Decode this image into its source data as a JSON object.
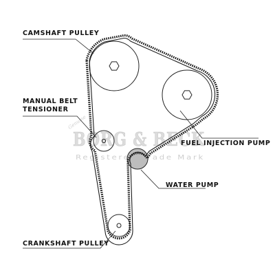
{
  "labels": {
    "camshaft": "CAMSHAFT PULLEY",
    "tensioner_line1": "MANUAL BELT",
    "tensioner_line2": "TENSIONER",
    "fuel": "FUEL INJECTION PUMP",
    "water": "WATER PUMP",
    "crankshaft": "CRANKSHAFT PULLEY"
  },
  "watermark": {
    "signature": "Genuine",
    "brand": "BORG & BECK",
    "tagline": "Registered Trade Mark"
  }
}
